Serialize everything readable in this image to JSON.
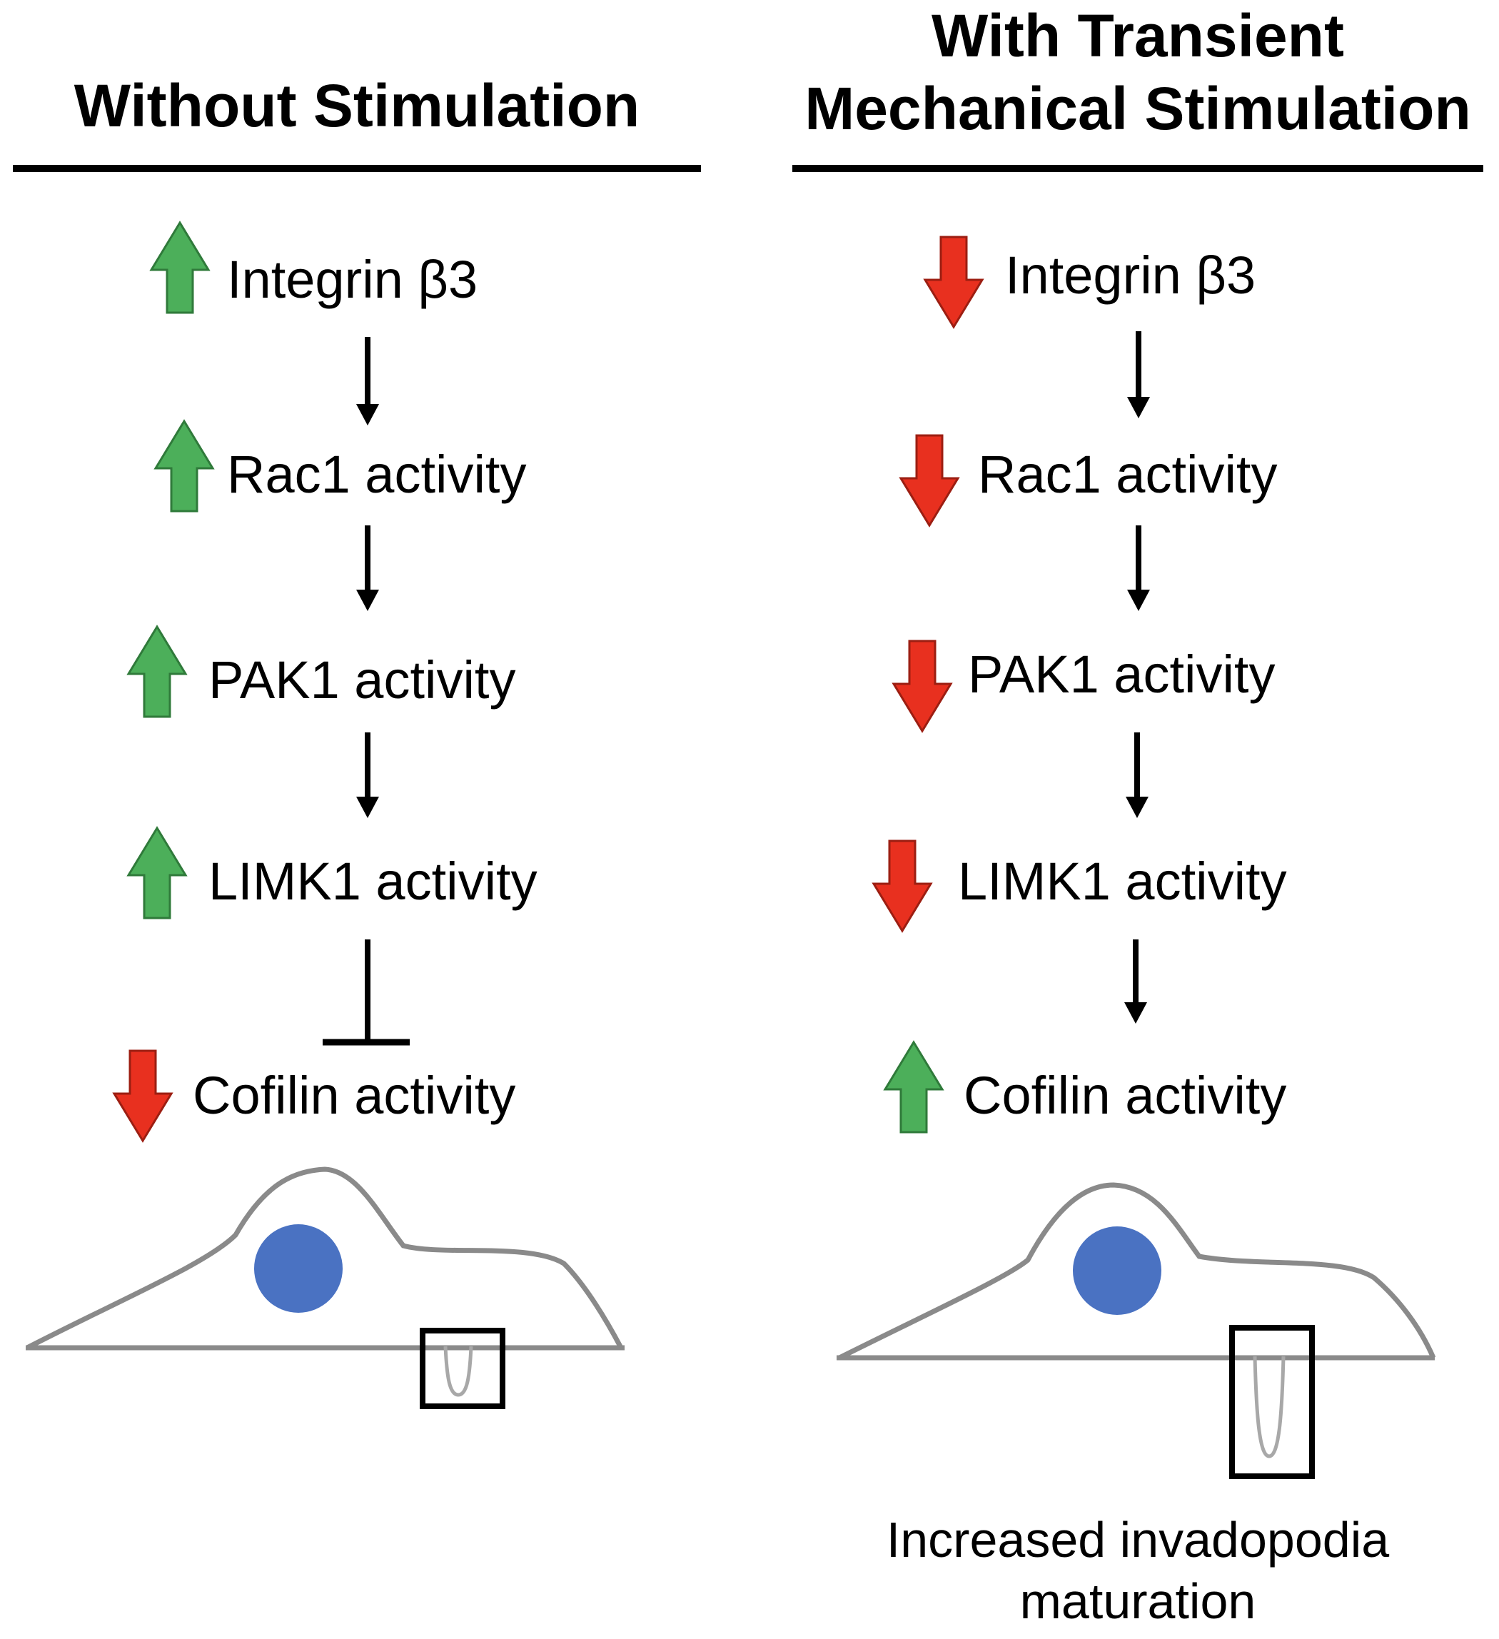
{
  "left": {
    "heading": "Without Stimulation",
    "steps": [
      {
        "label": "Integrin β3",
        "direction": "up"
      },
      {
        "label": "Rac1 activity",
        "direction": "up"
      },
      {
        "label": "PAK1 activity",
        "direction": "up"
      },
      {
        "label": "LIMK1 activity",
        "direction": "up"
      },
      {
        "label": "Cofilin activity",
        "direction": "down"
      }
    ],
    "connectors": [
      "activates",
      "activates",
      "activates",
      "inhibits"
    ]
  },
  "right": {
    "heading_line1": "With Transient",
    "heading_line2": "Mechanical Stimulation",
    "steps": [
      {
        "label": "Integrin β3",
        "direction": "down"
      },
      {
        "label": "Rac1 activity",
        "direction": "down"
      },
      {
        "label": "PAK1 activity",
        "direction": "down"
      },
      {
        "label": "LIMK1 activity",
        "direction": "down"
      },
      {
        "label": "Cofilin activity",
        "direction": "up"
      }
    ],
    "connectors": [
      "activates",
      "activates",
      "activates",
      "activates"
    ],
    "caption_line1": "Increased invadopodia",
    "caption_line2": "maturation"
  },
  "colors": {
    "up_arrow": "#4caf5a",
    "down_arrow": "#e8301f",
    "nucleus": "#4a72c2",
    "cell_outline": "#8a8a8a",
    "text": "#000000"
  }
}
